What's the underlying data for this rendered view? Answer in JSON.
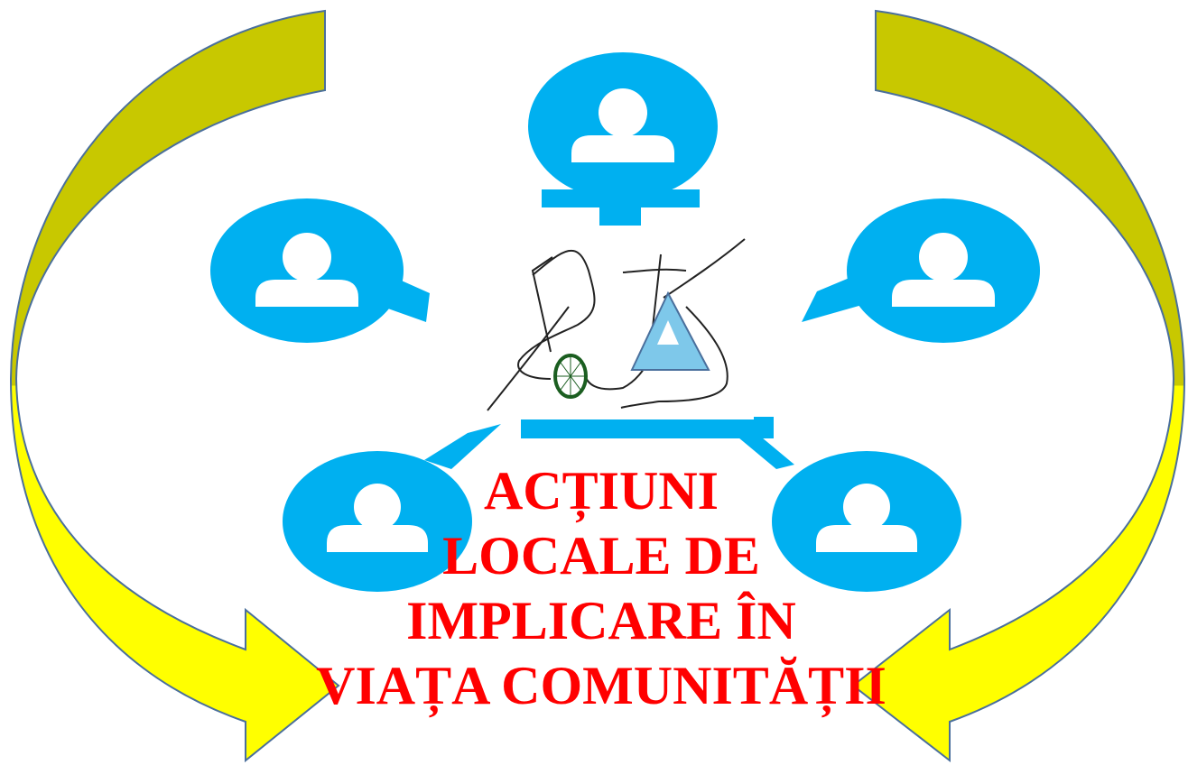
{
  "title_lines": [
    "ACȚIUNI",
    "LOCALE DE",
    "IMPLICARE ÎN",
    "VIAȚA COMUNITĂȚII"
  ],
  "colors": {
    "person": "#00b0f0",
    "arrow_dark": "#c8c800",
    "arrow_light": "#ffff00",
    "arrow_outline": "#4a6f9c",
    "title": "#ff0000"
  },
  "icons": [
    "person-icon",
    "person-icon",
    "person-icon",
    "person-icon",
    "person-icon",
    "logo-signature"
  ]
}
